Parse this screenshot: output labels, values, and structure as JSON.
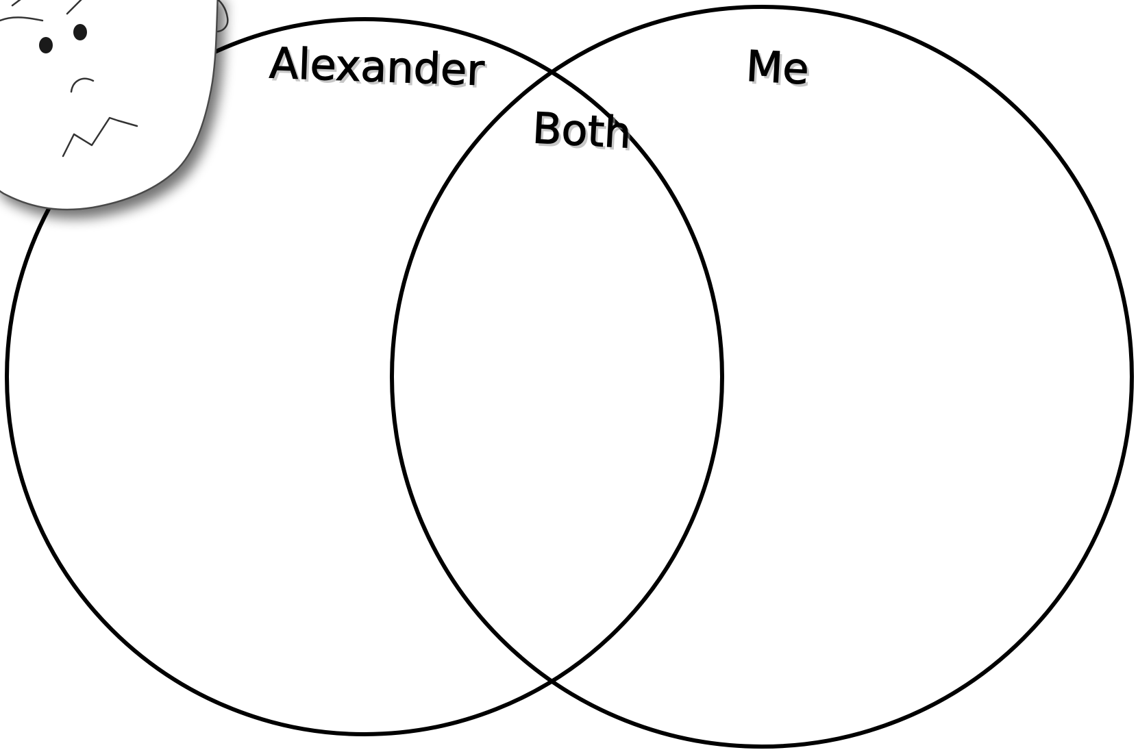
{
  "diagram": {
    "type": "venn",
    "labels": {
      "left": "Alexander",
      "overlap": "Both",
      "right": "Me"
    },
    "illustration": "grumpy-face-drawing"
  },
  "colors": {
    "background": "#ffffff",
    "stroke": "#000000"
  }
}
